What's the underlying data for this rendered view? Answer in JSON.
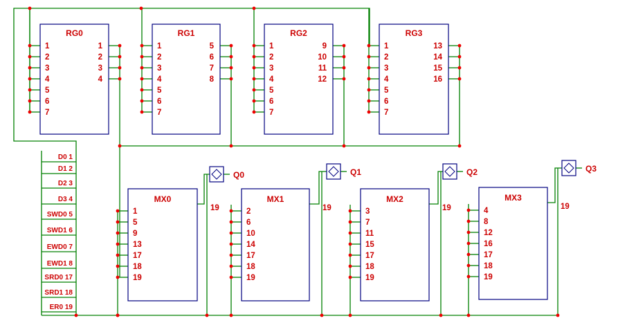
{
  "colors": {
    "wire": "#008000",
    "block": "#000080",
    "text": "#cc0000",
    "dot": "#ee0000",
    "background": "#ffffff"
  },
  "registers": [
    {
      "name": "RG0",
      "inputs": [
        "1",
        "2",
        "3",
        "4",
        "5",
        "6",
        "7"
      ],
      "outputs": [
        "1",
        "2",
        "3",
        "4"
      ]
    },
    {
      "name": "RG1",
      "inputs": [
        "1",
        "2",
        "3",
        "4",
        "5",
        "6",
        "7"
      ],
      "outputs": [
        "5",
        "6",
        "7",
        "8"
      ]
    },
    {
      "name": "RG2",
      "inputs": [
        "1",
        "2",
        "3",
        "4",
        "5",
        "6",
        "7"
      ],
      "outputs": [
        "9",
        "10",
        "11",
        "12"
      ]
    },
    {
      "name": "RG3",
      "inputs": [
        "1",
        "2",
        "3",
        "4",
        "5",
        "6",
        "7"
      ],
      "outputs": [
        "13",
        "14",
        "15",
        "16"
      ]
    }
  ],
  "multiplexers": [
    {
      "name": "MX0",
      "inputs": [
        "1",
        "5",
        "9",
        "13",
        "17",
        "18",
        "19"
      ],
      "output_label": "19",
      "flipflop_label": "Q0"
    },
    {
      "name": "MX1",
      "inputs": [
        "2",
        "6",
        "10",
        "14",
        "17",
        "18",
        "19"
      ],
      "output_label": "19",
      "flipflop_label": "Q1"
    },
    {
      "name": "MX2",
      "inputs": [
        "3",
        "7",
        "11",
        "15",
        "17",
        "18",
        "19"
      ],
      "output_label": "19",
      "flipflop_label": "Q2"
    },
    {
      "name": "MX3",
      "inputs": [
        "4",
        "8",
        "12",
        "16",
        "17",
        "18",
        "19"
      ],
      "output_label": "19",
      "flipflop_label": "Q3"
    }
  ],
  "signals": [
    "D0 1",
    "D1 2",
    "D2 3",
    "D3 4",
    "SWD0 5",
    "SWD1 6",
    "EWD0 7",
    "EWD1 8",
    "SRD0 17",
    "SRD1 18",
    "ER0 19"
  ]
}
